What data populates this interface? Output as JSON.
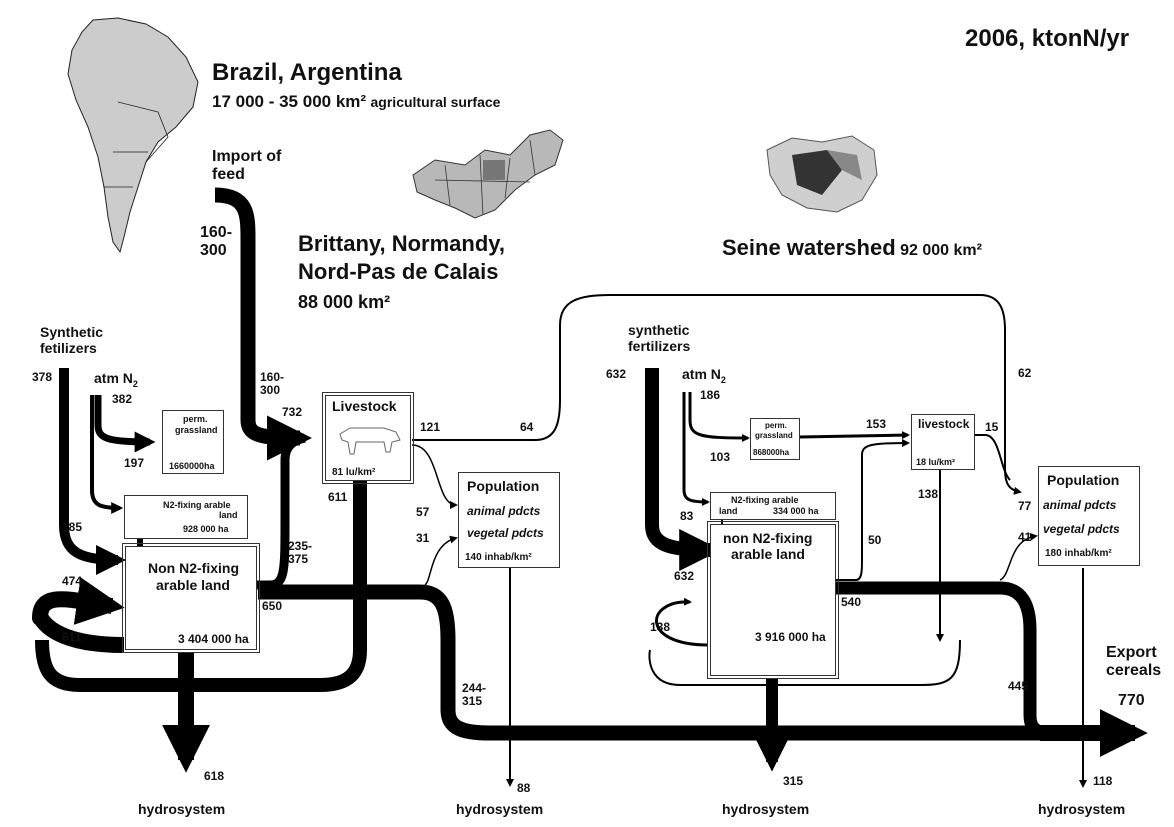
{
  "title": "2006, ktonN/yr",
  "regions": {
    "brazil": {
      "name": "Brazil, Argentina",
      "surface_value": "17 000 - 35 000 km²",
      "surface_suffix": "agricultural surface"
    },
    "brittany": {
      "line1": "Brittany, Normandy,",
      "line2": "Nord-Pas de Calais",
      "line3": "88 000 km²"
    },
    "seine": {
      "name": "Seine watershed",
      "area": "92 000 km²"
    }
  },
  "left": {
    "import_feed": [
      "Import of",
      "feed"
    ],
    "import_value": [
      "160-",
      "300"
    ],
    "synthetic": [
      "Synthetic",
      "fetilizers"
    ],
    "atm": "atm N",
    "atm_sub": "2",
    "perm_grassland": {
      "line1": "perm.",
      "line2": "grassland",
      "area": "1660000ha"
    },
    "n2_fixing": {
      "label": "N2-fixing arable",
      "label2": "land",
      "area": "928 000 ha"
    },
    "non_n2": {
      "line1": "Non N2-fixing",
      "line2": "arable land",
      "area": "3 404 000 ha"
    },
    "livestock": {
      "label": "Livestock",
      "density": "81 lu/km²"
    },
    "population": {
      "label": "Population",
      "animal": "animal pdcts",
      "vegetal": "vegetal pdcts",
      "density": "140 inhab/km²"
    },
    "values": {
      "synthetic": "378",
      "atm": "382",
      "grass": "197",
      "n2fix": "185",
      "non_in": "474",
      "loop": "611",
      "import_right": [
        "160-",
        "300"
      ],
      "livestock_in": "732",
      "arable_to_live": [
        "235-",
        "375"
      ],
      "live_out": "611",
      "live_right": "121",
      "to_pop_animal": "57",
      "to_pop_veg": "31",
      "arable_out": "650",
      "export_left": [
        "244-",
        "315"
      ],
      "hydro_left": "618",
      "hydro_pop": "88",
      "over": "64"
    }
  },
  "right": {
    "synthetic": [
      "synthetic",
      "fertilizers"
    ],
    "atm": "atm N",
    "atm_sub": "2",
    "perm_grassland": {
      "line1": "perm.",
      "line2": "grassland",
      "area": "868000ha"
    },
    "n2_fixing": {
      "label": "N2-fixing arable",
      "label2": "land",
      "area": "334 000 ha"
    },
    "non_n2": {
      "line1": "non N2-fixing",
      "line2": "arable land",
      "area": "3 916 000 ha"
    },
    "livestock": {
      "label": "livestock",
      "density": "18 lu/km²"
    },
    "population": {
      "label": "Population",
      "animal": "animal pdcts",
      "vegetal": "vegetal pdcts",
      "density": "180 inhab/km²"
    },
    "values": {
      "synthetic": "632",
      "atm": "186",
      "grass": "103",
      "n2fix": "83",
      "non_in": "632",
      "loop": "138",
      "grass_to_live": "153",
      "live_pop": "15",
      "over_down": "62",
      "live_down": "138",
      "arable_to_live": "50",
      "to_pop_animal": "77",
      "to_pop_veg": "41",
      "arable_out": "540",
      "export_in": "445",
      "hydro_arable": "315",
      "hydro_pop": "118"
    }
  },
  "export": {
    "line1": "Export",
    "line2": "cereals",
    "value": "770"
  },
  "hydrosystem": "hydrosystem"
}
